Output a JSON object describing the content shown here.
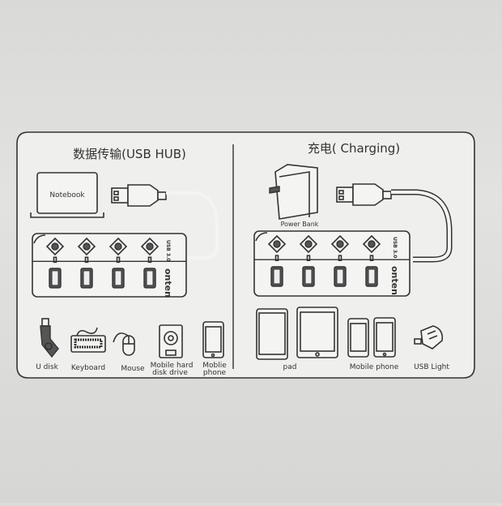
{
  "left_panel": {
    "title": "数据传输(USB HUB)",
    "source_label": "Notebook",
    "hub": {
      "brand": "onten",
      "model": "USB 3.0",
      "port_count": 4
    },
    "devices": [
      {
        "label": "U disk",
        "icon": "usb-flash-drive-icon"
      },
      {
        "label": "Keyboard",
        "icon": "keyboard-icon"
      },
      {
        "label": "Mouse",
        "icon": "mouse-icon"
      },
      {
        "label_line1": "Mobile hard",
        "label_line2": "disk drive",
        "icon": "hard-disk-icon"
      },
      {
        "label_line1": "Moblie",
        "label_line2": "phone",
        "icon": "mobile-phone-icon"
      }
    ]
  },
  "right_panel": {
    "title": "充电( Charging)",
    "source_label": "Power Bank",
    "hub": {
      "brand": "onten",
      "model": "USB 3.0",
      "port_count": 4
    },
    "devices": [
      {
        "label": "pad",
        "icon": "tablet-icon"
      },
      {
        "label": "Mobile phone",
        "icon": "mobile-phone-icon"
      },
      {
        "label": "USB Light",
        "icon": "usb-light-icon"
      }
    ]
  },
  "colors": {
    "line": "#333333",
    "panel": "#f0f0ee",
    "background": "#dcdcda"
  }
}
